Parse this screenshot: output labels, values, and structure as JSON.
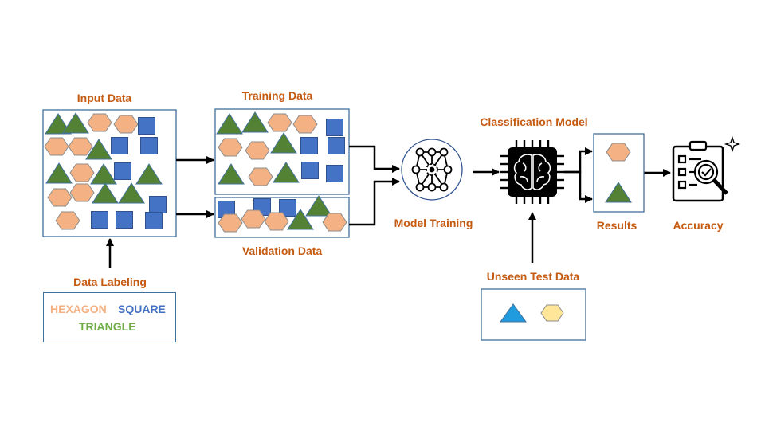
{
  "labels": {
    "input_data": "Input Data",
    "training_data": "Training Data",
    "validation_data": "Validation Data",
    "data_labeling": "Data Labeling",
    "model_training": "Model Training",
    "classification_model": "Classification Model",
    "results": "Results",
    "accuracy": "Accuracy",
    "unseen_test_data": "Unseen Test  Data"
  },
  "legend": {
    "hexagon": "HEXAGON",
    "square": "SQUARE",
    "triangle": "TRIANGLE"
  },
  "colors": {
    "label_text": "#C55A11",
    "box_border": "#41719C",
    "hexagon_fill": "#F4B183",
    "square_fill": "#4472C4",
    "triangle_fill": "#548235",
    "test_triangle_fill": "#1F9BDE",
    "test_hexagon_fill": "#FFE699",
    "arrow": "#000000",
    "legend_hexagon": "#F4B183",
    "legend_square": "#4472C4",
    "legend_triangle": "#70AD47"
  },
  "icons": {
    "model_training": "neural-network-icon",
    "classification_model": "brain-chip-icon",
    "accuracy": "checklist-magnifier-icon"
  }
}
